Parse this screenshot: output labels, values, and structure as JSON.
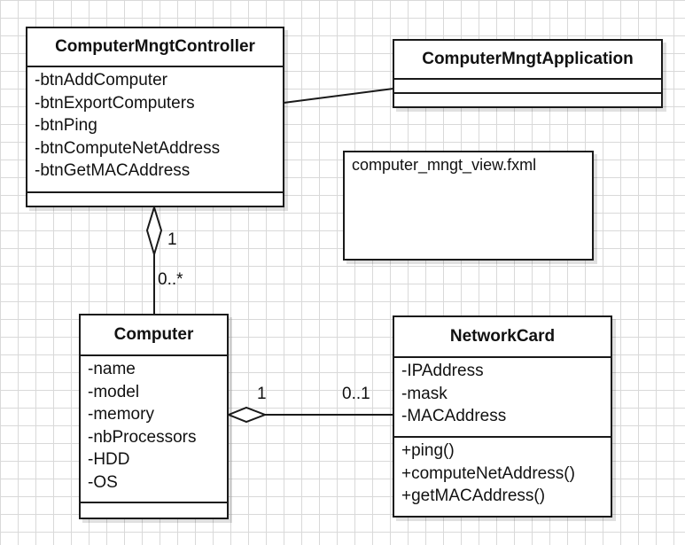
{
  "classes": {
    "controller": {
      "name": "ComputerMngtController",
      "attributes": [
        "-btnAddComputer",
        "-btnExportComputers",
        "-btnPing",
        "-btnComputeNetAddress",
        "-btnGetMACAddress"
      ],
      "operations": []
    },
    "application": {
      "name": "ComputerMngtApplication",
      "attributes": [],
      "operations": []
    },
    "computer": {
      "name": "Computer",
      "attributes": [
        "-name",
        "-model",
        "-memory",
        "-nbProcessors",
        "-HDD",
        "-OS"
      ],
      "operations": []
    },
    "networkcard": {
      "name": "NetworkCard",
      "attributes": [
        "-IPAddress",
        "-mask",
        "-MACAddress"
      ],
      "operations": [
        "+ping()",
        "+computeNetAddress()",
        "+getMACAddress()"
      ]
    }
  },
  "note": {
    "text": "computer_mngt_view.fxml"
  },
  "associations": {
    "controller_computer": {
      "source_multiplicity": "1",
      "target_multiplicity": "0..*",
      "kind": "aggregation"
    },
    "computer_networkcard": {
      "source_multiplicity": "1",
      "target_multiplicity": "0..1",
      "kind": "aggregation"
    },
    "controller_application": {
      "kind": "association"
    }
  },
  "colors": {
    "line": "#1a1a1a",
    "grid": "#d9d9d9",
    "box_fill": "#ffffff"
  }
}
